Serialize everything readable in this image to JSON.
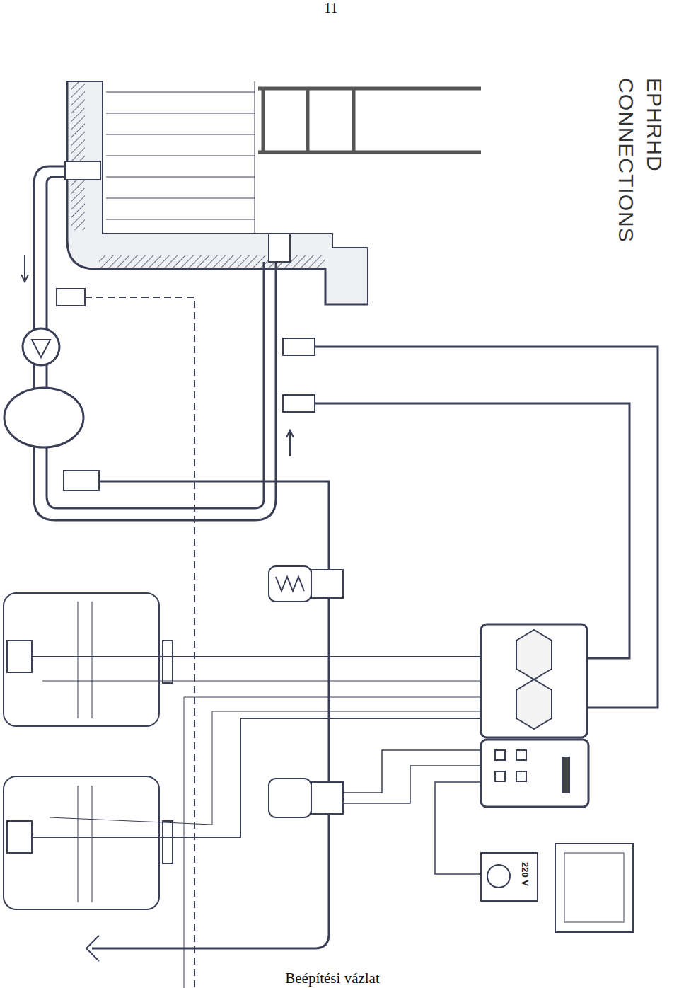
{
  "diagram": {
    "title": "EPHRHD CONNECTIONS",
    "caption": "Beépítési vázlat",
    "labels": [
      "11",
      "220 V"
    ]
  }
}
